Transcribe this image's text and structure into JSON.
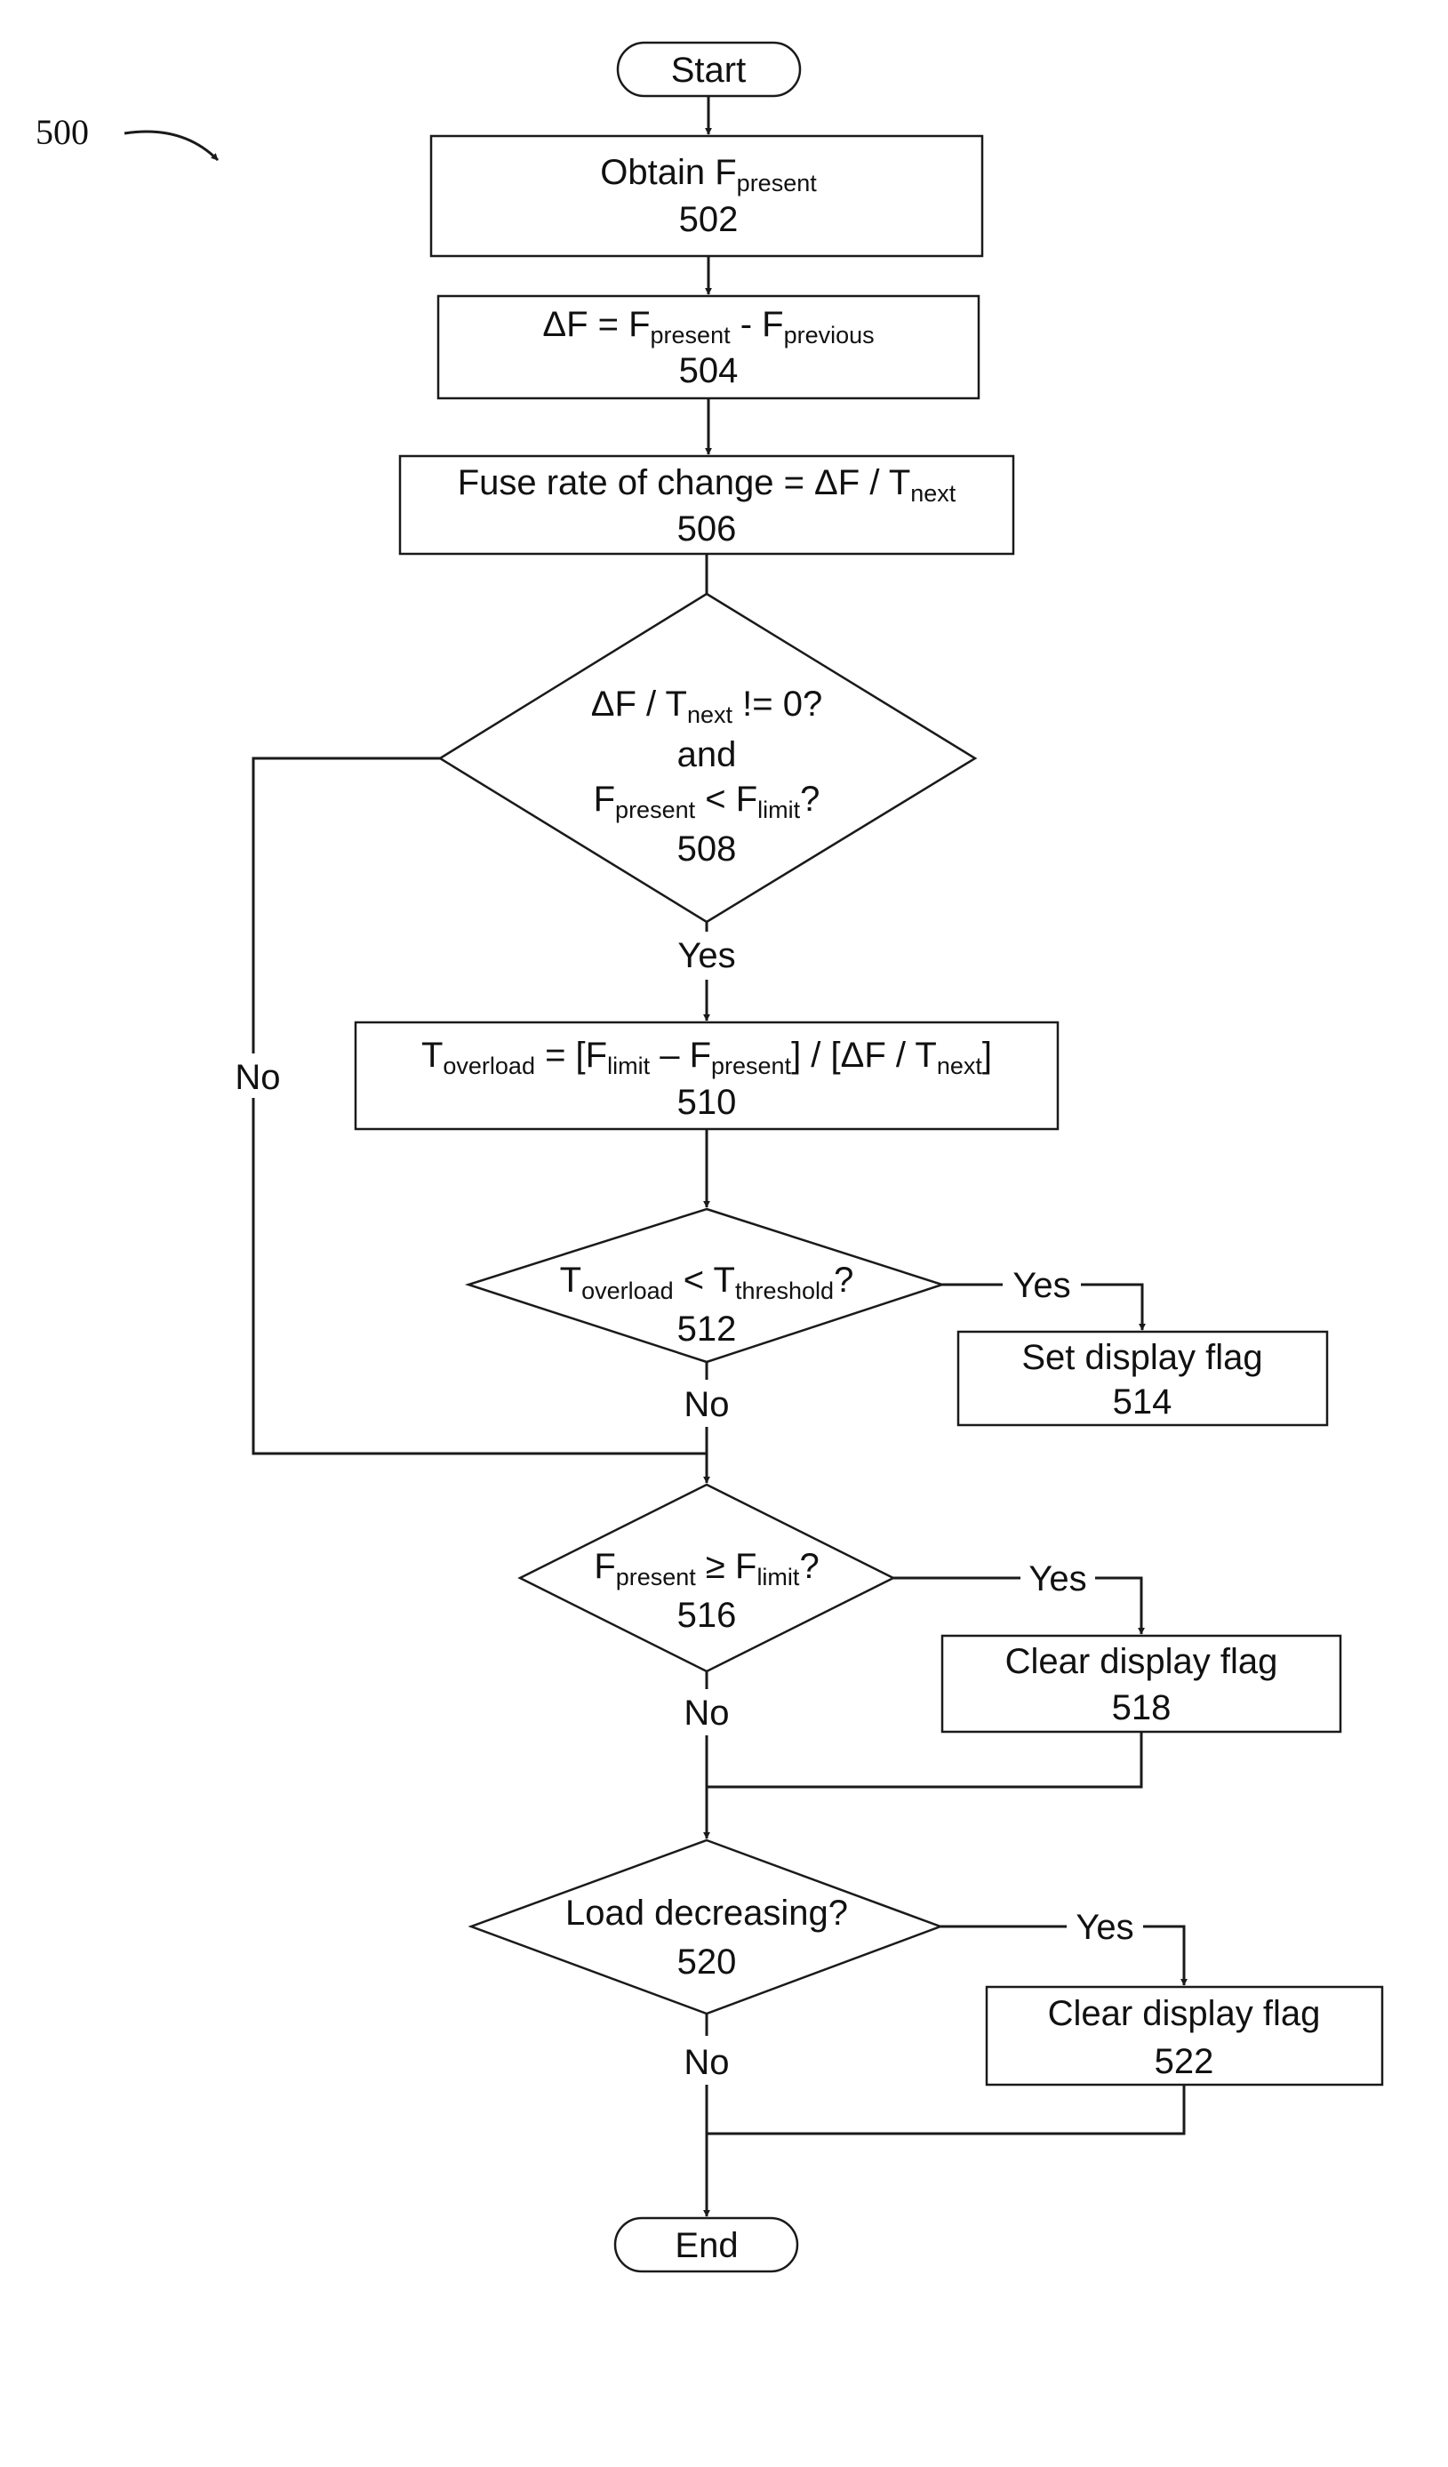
{
  "figure": {
    "label": "500"
  },
  "terminals": {
    "start": "Start",
    "end": "End"
  },
  "steps": {
    "s502": {
      "text": "Obtain F",
      "sub": "present",
      "number": "502"
    },
    "s504": {
      "t1": "ΔF = F",
      "s1": "present",
      "t2": " - F",
      "s2": "previous",
      "number": "504"
    },
    "s506": {
      "t1": "Fuse rate of change = ΔF / T",
      "s1": "next",
      "number": "506"
    },
    "d508": {
      "line1_t1": "ΔF / T",
      "line1_s1": "next",
      "line1_t2": " != 0?",
      "line2": "and",
      "line3_t1": "F",
      "line3_s1": "present",
      "line3_t2": " < F",
      "line3_s2": "limit",
      "line3_t3": "?",
      "number": "508"
    },
    "s510": {
      "t1": "T",
      "s1": "overload",
      "t2": " = [F",
      "s2": "limit",
      "t3": " – F",
      "s3": "present",
      "t4": "] / [ΔF / T",
      "s4": "next",
      "t5": "]",
      "number": "510"
    },
    "d512": {
      "t1": "T",
      "s1": "overload",
      "t2": " < T",
      "s2": "threshold",
      "t3": "?",
      "number": "512"
    },
    "s514": {
      "text": "Set display flag",
      "number": "514"
    },
    "d516": {
      "t1": "F",
      "s1": "present",
      "t2": " ≥ F",
      "s2": "limit",
      "t3": "?",
      "number": "516"
    },
    "s518": {
      "text": "Clear display flag",
      "number": "518"
    },
    "d520": {
      "text": "Load decreasing?",
      "number": "520"
    },
    "s522": {
      "text": "Clear display flag",
      "number": "522"
    }
  },
  "edge_labels": {
    "yes_508": "Yes",
    "no_508": "No",
    "yes_512": "Yes",
    "no_512": "No",
    "yes_516": "Yes",
    "no_516": "No",
    "yes_520": "Yes",
    "no_520": "No"
  }
}
